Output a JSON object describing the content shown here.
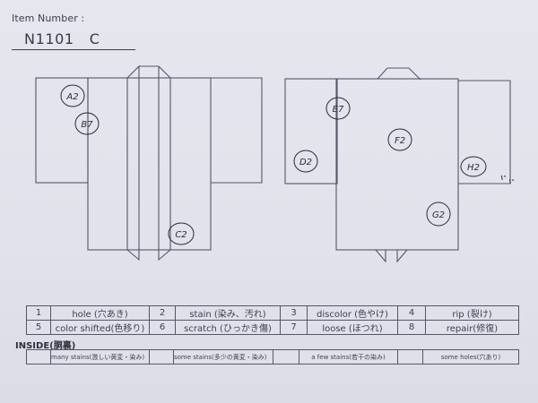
{
  "header": {
    "item_label": "Item Number :",
    "item_number": "N1101   C"
  },
  "diagram": {
    "front_view": {
      "marks": [
        {
          "id": "A2",
          "label": "A2"
        },
        {
          "id": "B7",
          "label": "B7"
        },
        {
          "id": "C2",
          "label": "C2"
        }
      ]
    },
    "back_view": {
      "marks": [
        {
          "id": "E7",
          "label": "E7"
        },
        {
          "id": "F2",
          "label": "F2"
        },
        {
          "id": "D2",
          "label": "D2"
        },
        {
          "id": "H2",
          "label": "H2"
        },
        {
          "id": "G2",
          "label": "G2"
        }
      ],
      "note": "ヾヾ"
    }
  },
  "legend": {
    "rows": [
      [
        {
          "num": "1",
          "text": "hole (穴あき)"
        },
        {
          "num": "2",
          "text": "stain (染み、汚れ)"
        },
        {
          "num": "3",
          "text": "discolor (色やけ)"
        },
        {
          "num": "4",
          "text": "rip (裂け)"
        }
      ],
      [
        {
          "num": "5",
          "text": "color shifted(色移り)"
        },
        {
          "num": "6",
          "text": "scratch (ひっかき傷)"
        },
        {
          "num": "7",
          "text": "loose (ほつれ)"
        },
        {
          "num": "8",
          "text": "repair(修復)"
        }
      ]
    ]
  },
  "inside": {
    "label": "INSIDE(胴裏)",
    "options": [
      {
        "text": "many stains(激しい黄変・染み)"
      },
      {
        "text": "some stains(多少の黄変・染み)"
      },
      {
        "text": "a few stains(若干の染み)"
      },
      {
        "text": "some holes(穴あり)"
      }
    ]
  }
}
